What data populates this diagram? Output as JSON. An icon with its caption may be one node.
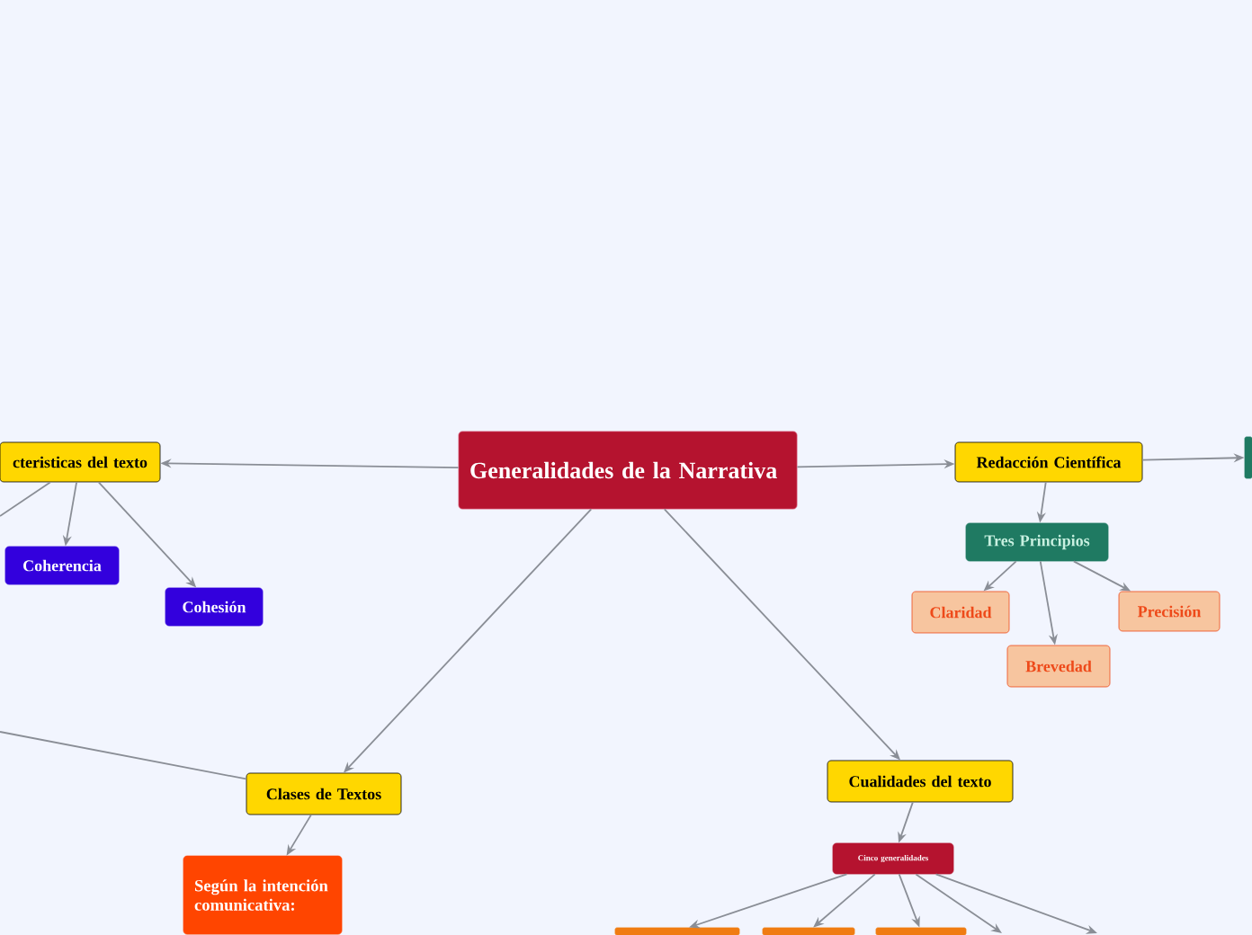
{
  "diagram": {
    "nodes": [
      {
        "text": [
          "Generalidades de la Narrativa"
        ]
      },
      {
        "text": [
          "cteristicas del texto"
        ]
      },
      {
        "text": [
          "Coherencia"
        ]
      },
      {
        "text": [
          "Cohesión"
        ]
      },
      {
        "text": [
          "Redacción Científica"
        ]
      },
      {
        "text": [
          "Tres Principios"
        ]
      },
      {
        "text": [
          "Claridad"
        ]
      },
      {
        "text": [
          "Brevedad"
        ]
      },
      {
        "text": [
          "Precisión"
        ]
      },
      {
        "text": [
          "Clases de Textos"
        ]
      },
      {
        "text": [
          "Según la intención comunicativa:"
        ]
      },
      {
        "text": [
          "Cualidades del texto"
        ]
      },
      {
        "text": [
          "Cinco generalidades"
        ]
      },
      {
        "text": [],
        "shape": "box"
      },
      {
        "text": [],
        "shape": "box"
      },
      {
        "text": [],
        "shape": "box"
      },
      {
        "text": [],
        "shape": "box"
      }
    ],
    "edges": [
      {
        "from": 0,
        "to": 1,
        "arrow": "to"
      },
      {
        "from": 1,
        "to": null,
        "arrow": "none"
      },
      {
        "from": 1,
        "to": 2,
        "arrow": "to"
      },
      {
        "from": 1,
        "to": 3,
        "arrow": "to"
      },
      {
        "from": 0,
        "to": 4,
        "arrow": "to"
      },
      {
        "from": 4,
        "to": 13,
        "arrow": "to"
      },
      {
        "from": 4,
        "to": 5,
        "arrow": "to"
      },
      {
        "from": 5,
        "to": 6,
        "arrow": "to"
      },
      {
        "from": 5,
        "to": 7,
        "arrow": "to"
      },
      {
        "from": 5,
        "to": 8,
        "arrow": "to"
      },
      {
        "from": 0,
        "to": 9,
        "arrow": "to"
      },
      {
        "from": 9,
        "to": null,
        "arrow": "none"
      },
      {
        "from": 9,
        "to": 10,
        "arrow": "to"
      },
      {
        "from": 0,
        "to": 11,
        "arrow": "to"
      },
      {
        "from": 11,
        "to": 12,
        "arrow": "to"
      },
      {
        "from": 12,
        "to": 14,
        "arrow": "to"
      },
      {
        "from": 12,
        "to": 15,
        "arrow": "to"
      },
      {
        "from": 12,
        "to": 16,
        "arrow": "to"
      },
      {
        "from": 12,
        "to": null,
        "arrow": "to"
      },
      {
        "from": 12,
        "to": null,
        "arrow": "to"
      }
    ]
  }
}
